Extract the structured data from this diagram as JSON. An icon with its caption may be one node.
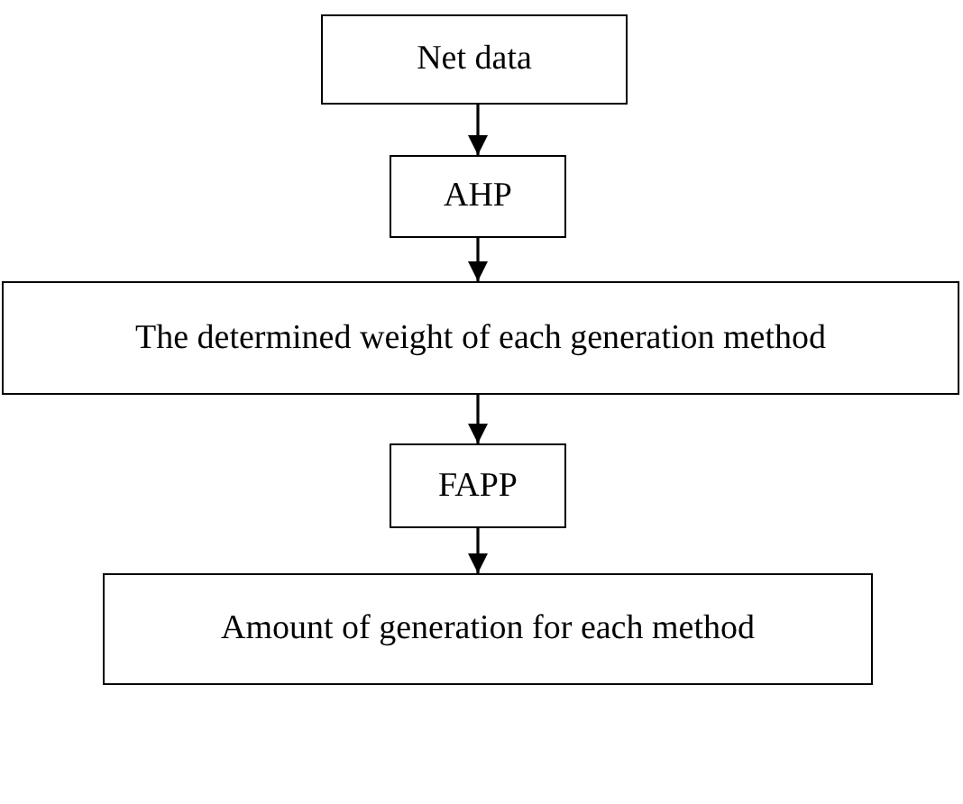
{
  "diagram": {
    "nodes": [
      {
        "text": [
          "Net data"
        ]
      },
      {
        "text": [
          "AHP"
        ]
      },
      {
        "text": [
          "The determined weight of each generation method"
        ]
      },
      {
        "text": [
          "FAPP"
        ]
      },
      {
        "text": [
          "Amount of generation for each method"
        ]
      }
    ],
    "edges": [
      {
        "from": 0,
        "to": 1,
        "arrow": "to"
      },
      {
        "from": 1,
        "to": 2,
        "arrow": "to"
      },
      {
        "from": 2,
        "to": 3,
        "arrow": "to"
      },
      {
        "from": 3,
        "to": 4,
        "arrow": "to"
      }
    ]
  }
}
